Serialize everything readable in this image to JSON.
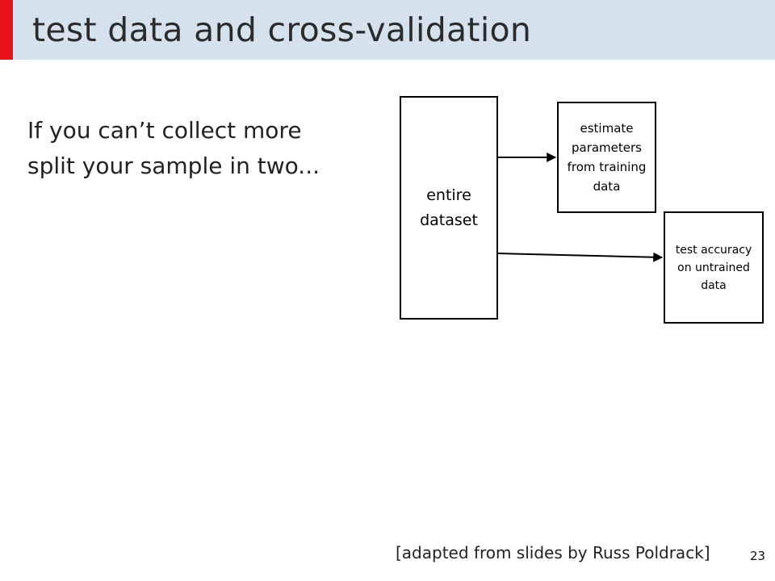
{
  "slide": {
    "title": "test data and cross-validation",
    "body_lines": [
      "If you can’t collect more",
      "split your sample in two..."
    ],
    "diagram": {
      "dataset_box": "entire\ndataset",
      "training_box": "estimate\nparameters\nfrom training\ndata",
      "test_box": "test accuracy\non untrained\ndata"
    },
    "credit": "[adapted from slides by Russ Poldrack]",
    "page_number": "23"
  },
  "colors": {
    "title_bar": "#d6e1ee",
    "accent": "#e8141a",
    "text": "#222222"
  }
}
